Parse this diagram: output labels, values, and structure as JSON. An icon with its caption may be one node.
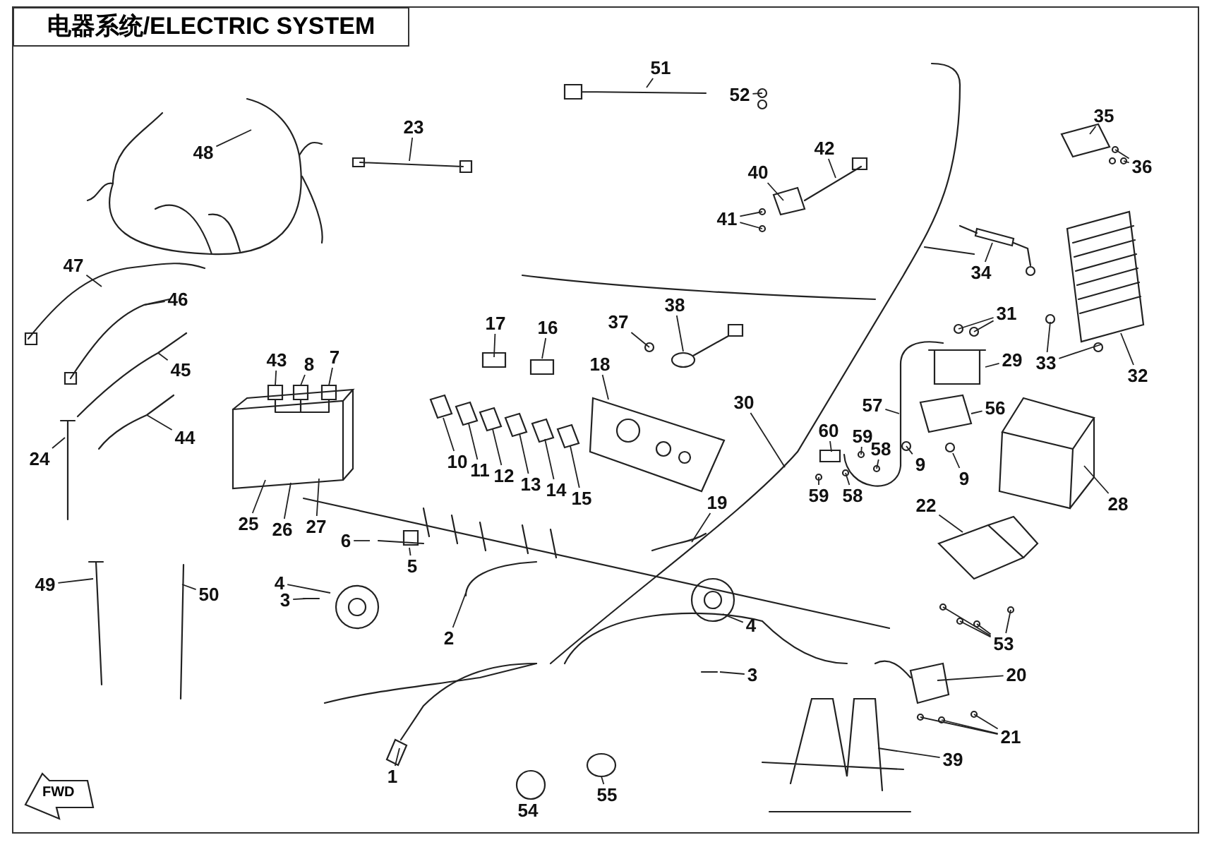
{
  "diagram": {
    "title": "电器系统/ELECTRIC SYSTEM",
    "nodes": [
      {
        "text": [
          "51"
        ]
      },
      {
        "text": [
          "52"
        ]
      },
      {
        "text": [
          "35"
        ]
      },
      {
        "text": [
          "23"
        ]
      },
      {
        "text": [
          "42"
        ]
      },
      {
        "text": [
          "48"
        ]
      },
      {
        "text": [
          "36"
        ]
      },
      {
        "text": [
          "40"
        ]
      },
      {
        "text": [
          "41"
        ]
      },
      {
        "text": [
          "47"
        ]
      },
      {
        "text": [
          "46"
        ]
      },
      {
        "text": [
          "34"
        ]
      },
      {
        "text": [
          "38"
        ]
      },
      {
        "text": [
          "31"
        ]
      },
      {
        "text": [
          "37"
        ]
      },
      {
        "text": [
          "17"
        ]
      },
      {
        "text": [
          "16"
        ]
      },
      {
        "text": [
          "43"
        ]
      },
      {
        "text": [
          "8"
        ]
      },
      {
        "text": [
          "7"
        ]
      },
      {
        "text": [
          "29"
        ]
      },
      {
        "text": [
          "33"
        ]
      },
      {
        "text": [
          "45"
        ]
      },
      {
        "text": [
          "32"
        ]
      },
      {
        "text": [
          "57"
        ]
      },
      {
        "text": [
          "30"
        ]
      },
      {
        "text": [
          "18"
        ]
      },
      {
        "text": [
          "56"
        ]
      },
      {
        "text": [
          "60"
        ]
      },
      {
        "text": [
          "59"
        ]
      },
      {
        "text": [
          "44"
        ]
      },
      {
        "text": [
          "58"
        ]
      },
      {
        "text": [
          "24"
        ]
      },
      {
        "text": [
          "10"
        ]
      },
      {
        "text": [
          "9"
        ]
      },
      {
        "text": [
          "11"
        ]
      },
      {
        "text": [
          "12"
        ]
      },
      {
        "text": [
          "9"
        ]
      },
      {
        "text": [
          "13"
        ]
      },
      {
        "text": [
          "14"
        ]
      },
      {
        "text": [
          "59"
        ]
      },
      {
        "text": [
          "58"
        ]
      },
      {
        "text": [
          "15"
        ]
      },
      {
        "text": [
          "19"
        ]
      },
      {
        "text": [
          "28"
        ]
      },
      {
        "text": [
          "22"
        ]
      },
      {
        "text": [
          "25"
        ]
      },
      {
        "text": [
          "26"
        ]
      },
      {
        "text": [
          "27"
        ]
      },
      {
        "text": [
          "6"
        ]
      },
      {
        "text": [
          "5"
        ]
      },
      {
        "text": [
          "4"
        ]
      },
      {
        "text": [
          "49"
        ]
      },
      {
        "text": [
          "50"
        ]
      },
      {
        "text": [
          "3"
        ]
      },
      {
        "text": [
          "4"
        ]
      },
      {
        "text": [
          "2"
        ]
      },
      {
        "text": [
          "53"
        ]
      },
      {
        "text": [
          "3"
        ]
      },
      {
        "text": [
          "20"
        ]
      },
      {
        "text": [
          "21"
        ]
      },
      {
        "text": [
          "39"
        ]
      },
      {
        "text": [
          "1"
        ]
      },
      {
        "text": [
          "55"
        ]
      },
      {
        "text": [
          "54"
        ]
      }
    ],
    "edges": [
      {
        "from": 0,
        "to": null,
        "arrow": "none"
      },
      {
        "from": 1,
        "to": null,
        "arrow": "none"
      },
      {
        "from": 2,
        "to": null,
        "arrow": "none"
      },
      {
        "from": 3,
        "to": null,
        "arrow": "none"
      },
      {
        "from": 4,
        "to": null,
        "arrow": "none"
      },
      {
        "from": 5,
        "to": null,
        "arrow": "none"
      },
      {
        "from": 6,
        "to": null,
        "arrow": "none"
      },
      {
        "from": 6,
        "to": null,
        "arrow": "none"
      },
      {
        "from": 7,
        "to": null,
        "arrow": "none"
      },
      {
        "from": 8,
        "to": null,
        "arrow": "none"
      },
      {
        "from": 8,
        "to": null,
        "arrow": "none"
      },
      {
        "from": 9,
        "to": null,
        "arrow": "none"
      },
      {
        "from": 10,
        "to": null,
        "arrow": "none"
      },
      {
        "from": 11,
        "to": null,
        "arrow": "none"
      },
      {
        "from": 12,
        "to": null,
        "arrow": "none"
      },
      {
        "from": 13,
        "to": null,
        "arrow": "none"
      },
      {
        "from": 13,
        "to": null,
        "arrow": "none"
      },
      {
        "from": 14,
        "to": null,
        "arrow": "none"
      },
      {
        "from": 15,
        "to": null,
        "arrow": "none"
      },
      {
        "from": 16,
        "to": null,
        "arrow": "none"
      },
      {
        "from": 17,
        "to": null,
        "arrow": "none"
      },
      {
        "from": 18,
        "to": null,
        "arrow": "none"
      },
      {
        "from": 19,
        "to": null,
        "arrow": "none"
      },
      {
        "from": 20,
        "to": null,
        "arrow": "none"
      },
      {
        "from": 21,
        "to": null,
        "arrow": "none"
      },
      {
        "from": 21,
        "to": null,
        "arrow": "none"
      },
      {
        "from": 22,
        "to": null,
        "arrow": "none"
      },
      {
        "from": 23,
        "to": null,
        "arrow": "none"
      },
      {
        "from": 24,
        "to": null,
        "arrow": "none"
      },
      {
        "from": 25,
        "to": null,
        "arrow": "none"
      },
      {
        "from": 26,
        "to": null,
        "arrow": "none"
      },
      {
        "from": 27,
        "to": null,
        "arrow": "none"
      },
      {
        "from": 28,
        "to": null,
        "arrow": "none"
      },
      {
        "from": 29,
        "to": null,
        "arrow": "none"
      },
      {
        "from": 30,
        "to": null,
        "arrow": "none"
      },
      {
        "from": 31,
        "to": null,
        "arrow": "none"
      },
      {
        "from": 32,
        "to": null,
        "arrow": "none"
      },
      {
        "from": 33,
        "to": null,
        "arrow": "none"
      },
      {
        "from": 34,
        "to": null,
        "arrow": "none"
      },
      {
        "from": 35,
        "to": null,
        "arrow": "none"
      },
      {
        "from": 36,
        "to": null,
        "arrow": "none"
      },
      {
        "from": 37,
        "to": null,
        "arrow": "none"
      },
      {
        "from": 38,
        "to": null,
        "arrow": "none"
      },
      {
        "from": 39,
        "to": null,
        "arrow": "none"
      },
      {
        "from": 40,
        "to": null,
        "arrow": "none"
      },
      {
        "from": 41,
        "to": null,
        "arrow": "none"
      },
      {
        "from": 42,
        "to": null,
        "arrow": "none"
      },
      {
        "from": 43,
        "to": null,
        "arrow": "none"
      },
      {
        "from": 44,
        "to": null,
        "arrow": "none"
      },
      {
        "from": 45,
        "to": null,
        "arrow": "none"
      },
      {
        "from": 46,
        "to": null,
        "arrow": "none"
      },
      {
        "from": 47,
        "to": null,
        "arrow": "none"
      },
      {
        "from": 48,
        "to": null,
        "arrow": "none"
      },
      {
        "from": 49,
        "to": null,
        "arrow": "none"
      },
      {
        "from": 50,
        "to": null,
        "arrow": "none"
      },
      {
        "from": 51,
        "to": null,
        "arrow": "none"
      },
      {
        "from": 52,
        "to": null,
        "arrow": "none"
      },
      {
        "from": 53,
        "to": null,
        "arrow": "none"
      },
      {
        "from": 54,
        "to": null,
        "arrow": "none"
      },
      {
        "from": 55,
        "to": null,
        "arrow": "none"
      },
      {
        "from": 56,
        "to": null,
        "arrow": "none"
      },
      {
        "from": 57,
        "to": null,
        "arrow": "none"
      },
      {
        "from": 57,
        "to": null,
        "arrow": "none"
      },
      {
        "from": 57,
        "to": null,
        "arrow": "none"
      },
      {
        "from": 57,
        "to": null,
        "arrow": "none"
      },
      {
        "from": 58,
        "to": null,
        "arrow": "none"
      },
      {
        "from": 59,
        "to": null,
        "arrow": "none"
      },
      {
        "from": 60,
        "to": null,
        "arrow": "none"
      },
      {
        "from": 60,
        "to": null,
        "arrow": "none"
      },
      {
        "from": 60,
        "to": null,
        "arrow": "none"
      },
      {
        "from": 61,
        "to": null,
        "arrow": "none"
      },
      {
        "from": 62,
        "to": null,
        "arrow": "none"
      },
      {
        "from": 63,
        "to": null,
        "arrow": "none"
      },
      {
        "from": 64,
        "to": null,
        "arrow": "none"
      }
    ],
    "labels": [
      "FWD"
    ]
  }
}
